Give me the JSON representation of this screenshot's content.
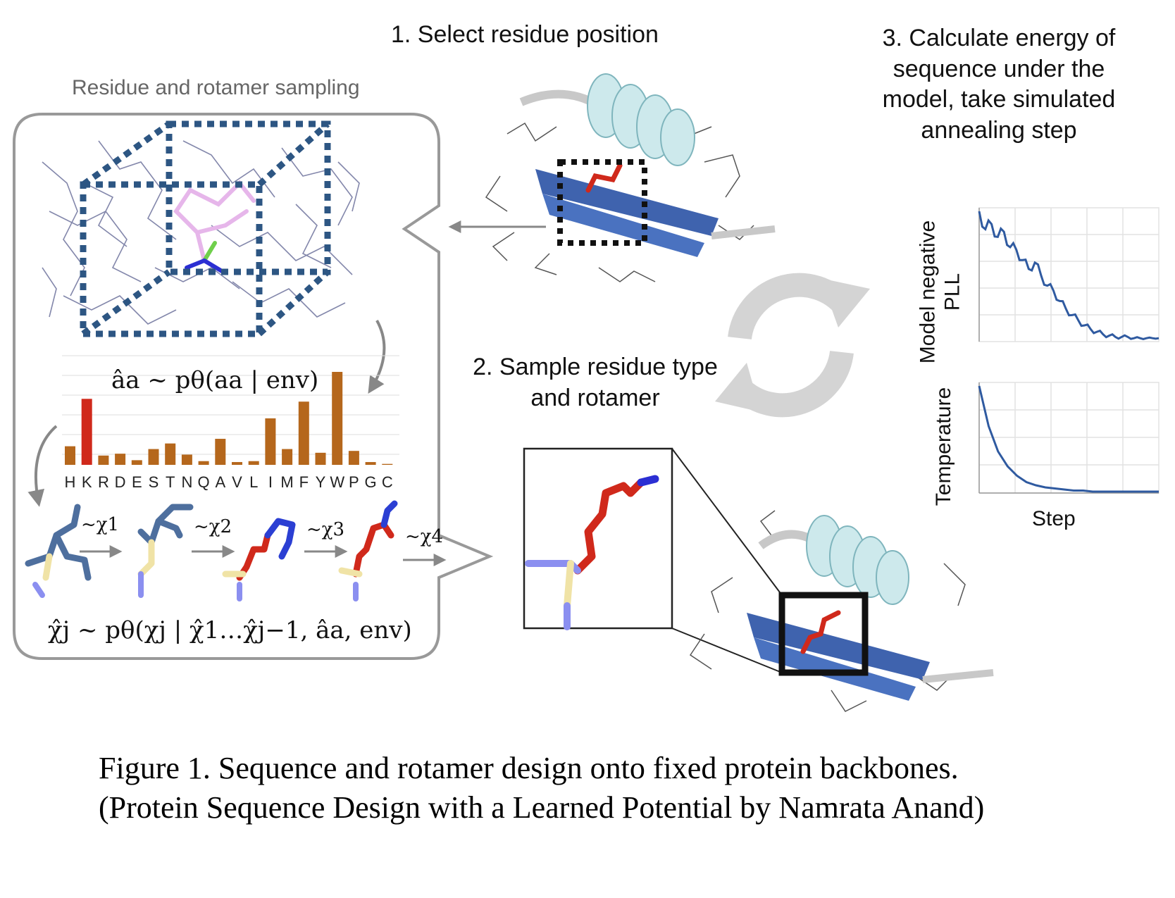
{
  "step1": {
    "label": "1. Select residue position"
  },
  "step2": {
    "line1": "2. Sample residue type",
    "line2": "and rotamer"
  },
  "step3": {
    "line1": "3. Calculate energy of",
    "line2": "sequence under the",
    "line3": "model, take simulated",
    "line4": "annealing step"
  },
  "panel": {
    "title": "Residue and rotamer sampling",
    "equation_aa": "âa ~ pθ(aa | env)",
    "equation_chi": "χ̂j ~ pθ(χj | χ̂1…χ̂j−1, âa, env)",
    "chi_steps": [
      "~χ1",
      "~χ2",
      "~χ3",
      "~χ4"
    ]
  },
  "plots": {
    "top_ylabel_line1": "Model negative",
    "top_ylabel_line2": "PLL",
    "bottom_ylabel": "Temperature",
    "xlabel": "Step"
  },
  "caption": {
    "line1": "Figure 1. Sequence and rotamer design onto fixed protein backbones.",
    "line2": "(Protein Sequence Design with a Learned Potential by Namrata Anand)"
  },
  "chart_data": [
    {
      "type": "bar",
      "categories": [
        "H",
        "K",
        "R",
        "D",
        "E",
        "S",
        "T",
        "N",
        "Q",
        "A",
        "V",
        "L",
        "I",
        "M",
        "F",
        "Y",
        "W",
        "P",
        "G",
        "C"
      ],
      "values": [
        0.2,
        0.71,
        0.1,
        0.12,
        0.05,
        0.17,
        0.23,
        0.11,
        0.04,
        0.28,
        0.03,
        0.04,
        0.5,
        0.17,
        0.68,
        0.13,
        1.0,
        0.15,
        0.03,
        0.01
      ],
      "highlight_index": 1,
      "colors": {
        "bar": "#b5671c",
        "highlight": "#d0291b"
      }
    },
    {
      "type": "line",
      "ylabel": "Model negative PLL",
      "values": [
        1.0,
        0.86,
        0.9,
        0.8,
        0.84,
        0.72,
        0.7,
        0.62,
        0.55,
        0.6,
        0.5,
        0.42,
        0.38,
        0.3,
        0.24,
        0.19,
        0.15,
        0.11,
        0.08,
        0.06,
        0.04,
        0.03,
        0.02,
        0.02,
        0.02,
        0.01,
        0.01,
        0.01,
        0.01,
        0.01
      ],
      "color": "#2f5aa0"
    },
    {
      "type": "line",
      "ylabel": "Temperature",
      "xlabel": "Step",
      "values": [
        1.0,
        0.62,
        0.38,
        0.24,
        0.15,
        0.09,
        0.06,
        0.04,
        0.03,
        0.02,
        0.01,
        0.01,
        0.0,
        0.0,
        0.0,
        0.0,
        0.0,
        0.0,
        0.0,
        0.0
      ],
      "color": "#2f5aa0"
    }
  ]
}
